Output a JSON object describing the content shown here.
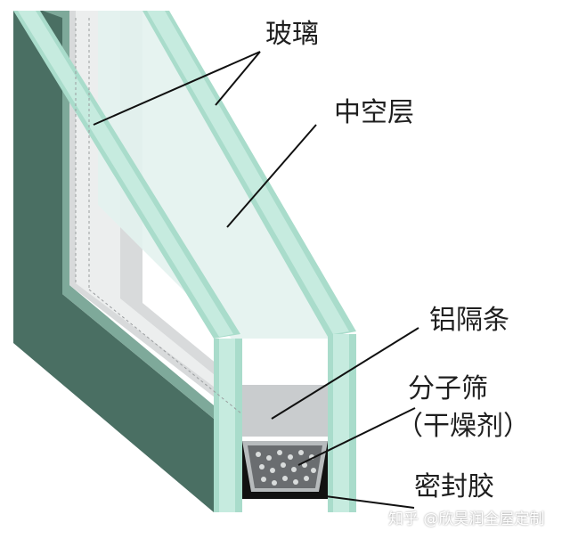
{
  "labels": {
    "glass": "玻璃",
    "air_gap": "中空层",
    "aluminum_spacer": "铝隔条",
    "molecular_sieve": "分子筛",
    "desiccant": "（干燥剂）",
    "sealant": "密封胶"
  },
  "watermark": "知乎 @欣昊润全屋定制",
  "colors": {
    "glass_edge": "#a9dccb",
    "glass_face": "#e3f2ee",
    "frame_dark": "#4a6f63",
    "spacer_gray": "#c9ccce",
    "sealant": "#111111",
    "sieve": "#6a6d70",
    "leader_line": "#111111"
  }
}
